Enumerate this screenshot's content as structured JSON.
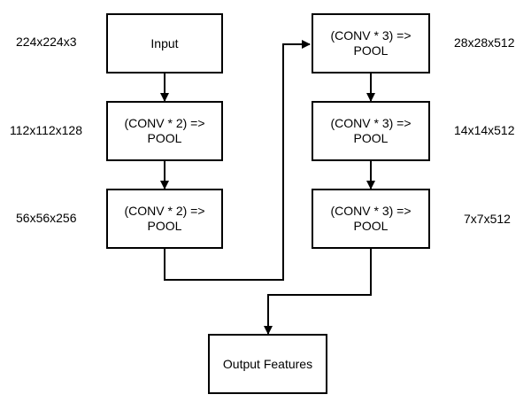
{
  "nodes": {
    "input": "Input",
    "left_pool_1": "(CONV * 2) =>\nPOOL",
    "left_pool_2": "(CONV * 2) =>\nPOOL",
    "right_pool_1": "(CONV * 3) =>\nPOOL",
    "right_pool_2": "(CONV * 3) =>\nPOOL",
    "right_pool_3": "(CONV * 3) =>\nPOOL",
    "output": "Output Features"
  },
  "dimensions": {
    "left": [
      "224x224x3",
      "112x112x128",
      "56x56x256"
    ],
    "right": [
      "28x28x512",
      "14x14x512",
      "7x7x512"
    ]
  }
}
